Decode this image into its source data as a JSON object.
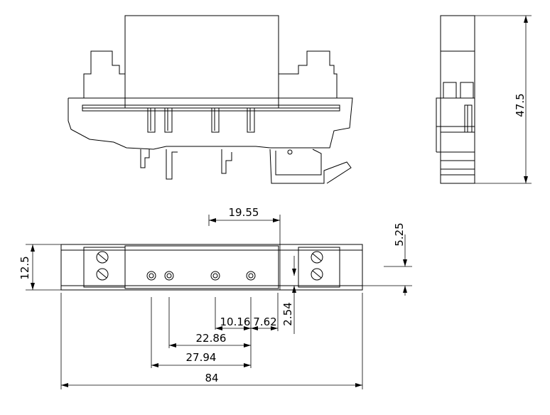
{
  "drawing": {
    "height_dim": "47.5",
    "width_dim": "84",
    "depth_dim": "12.5",
    "offset_top": "19.55",
    "offset_right": "5.25",
    "pin_offset_y": "2.54",
    "pitch_a": "10.16",
    "pitch_b": "7.62",
    "span_a": "22.86",
    "span_b": "27.94"
  }
}
